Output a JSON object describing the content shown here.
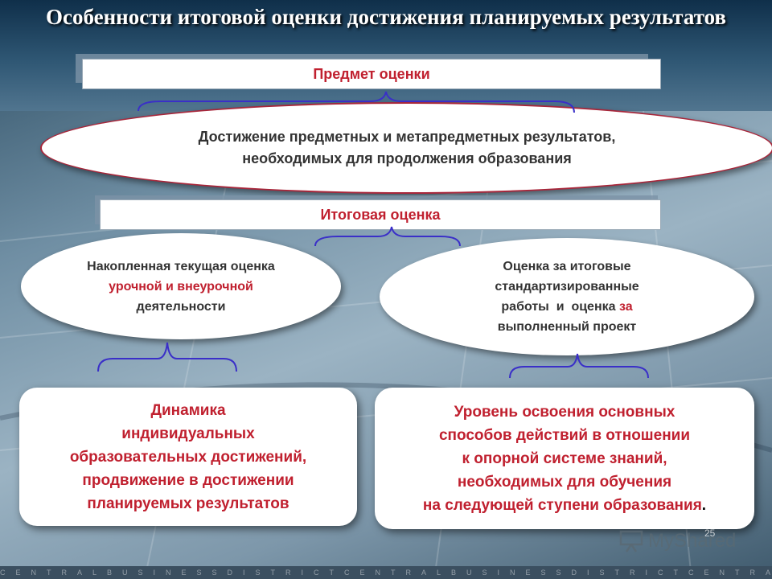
{
  "title": "Особенности итоговой оценки достижения планируемых результатов",
  "banner_subject": "Предмет оценки",
  "main_ellipse": {
    "line1": "Достижение предметных и метапредметных результатов,",
    "line2": "необходимых для продолжения образования"
  },
  "banner_final": "Итоговая оценка",
  "left_ellipse": {
    "line1": "Накопленная текущая оценка",
    "line2": "урочной и внеурочной",
    "line3": "деятельности"
  },
  "right_ellipse": {
    "line1": "Оценка за итоговые",
    "line2": "стандартизированные",
    "line3_black": "работы  и  оценка ",
    "line3_red": "за",
    "line4": "выполненный проект"
  },
  "left_box": {
    "lines": [
      "Динамика",
      "индивидуальных",
      "образовательных достижений,",
      "продвижение в достижении",
      "планируемых результатов"
    ]
  },
  "right_box": {
    "lines": [
      "Уровень освоения основных",
      "способов действий в отношении",
      "к опорной системе знаний,",
      "необходимых для обучения"
    ],
    "last_line": "на следующей ступени образования",
    "last_punct": "."
  },
  "slide_number": "25",
  "watermark": "MyShared",
  "footer_text": "CENTRALBUSINESSDISTRICTCENTRALBUSINESSDISTRICTCENTRA",
  "colors": {
    "accent_red": "#c0202f",
    "brace_blue": "#3a2fc8",
    "text_dark": "#333333"
  }
}
